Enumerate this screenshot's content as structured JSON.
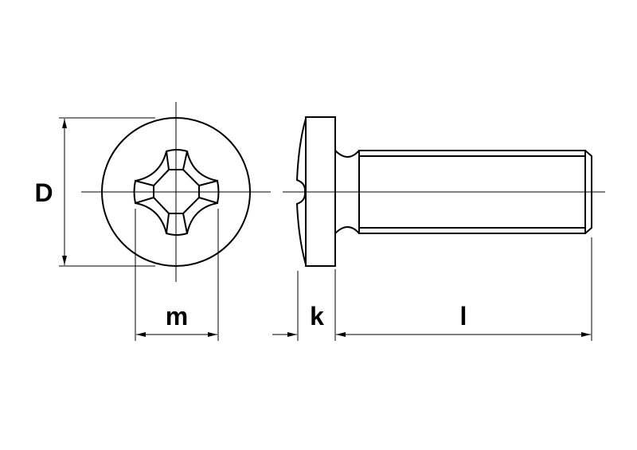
{
  "labels": {
    "diameter": "D",
    "recess": "m",
    "head_height": "k",
    "length": "l"
  },
  "colors": {
    "line": "#000000",
    "background": "#ffffff"
  }
}
